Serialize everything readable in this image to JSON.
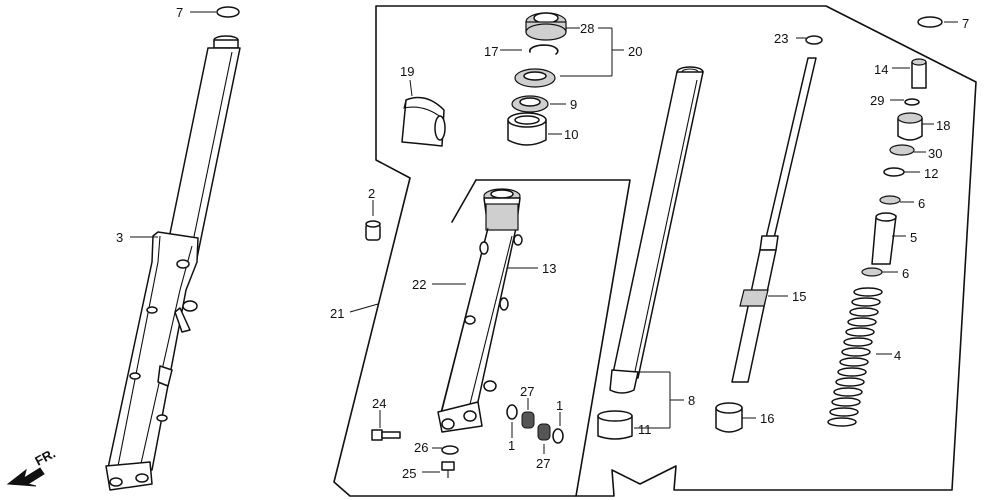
{
  "direction_label": "FR.",
  "callouts": [
    "1",
    "2",
    "3",
    "4",
    "5",
    "6",
    "7",
    "8",
    "9",
    "10",
    "11",
    "12",
    "13",
    "14",
    "15",
    "16",
    "17",
    "18",
    "19",
    "20",
    "21",
    "22",
    "23",
    "24",
    "25",
    "26",
    "27",
    "28",
    "29",
    "30"
  ],
  "labels": {
    "l7a": "7",
    "l7b": "7",
    "l3": "3",
    "l28": "28",
    "l17": "17",
    "l20": "20",
    "l9": "9",
    "l10": "10",
    "l19": "19",
    "l2": "2",
    "l21": "21",
    "l22": "22",
    "l13": "13",
    "l27a": "27",
    "l1a": "1",
    "l1b": "1",
    "l27b": "27",
    "l24": "24",
    "l26": "26",
    "l25": "25",
    "l8": "8",
    "l11": "11",
    "l23": "23",
    "l15": "15",
    "l16": "16",
    "l14": "14",
    "l29": "29",
    "l18": "18",
    "l30": "30",
    "l12": "12",
    "l6a": "6",
    "l5": "5",
    "l6b": "6",
    "l4": "4"
  }
}
